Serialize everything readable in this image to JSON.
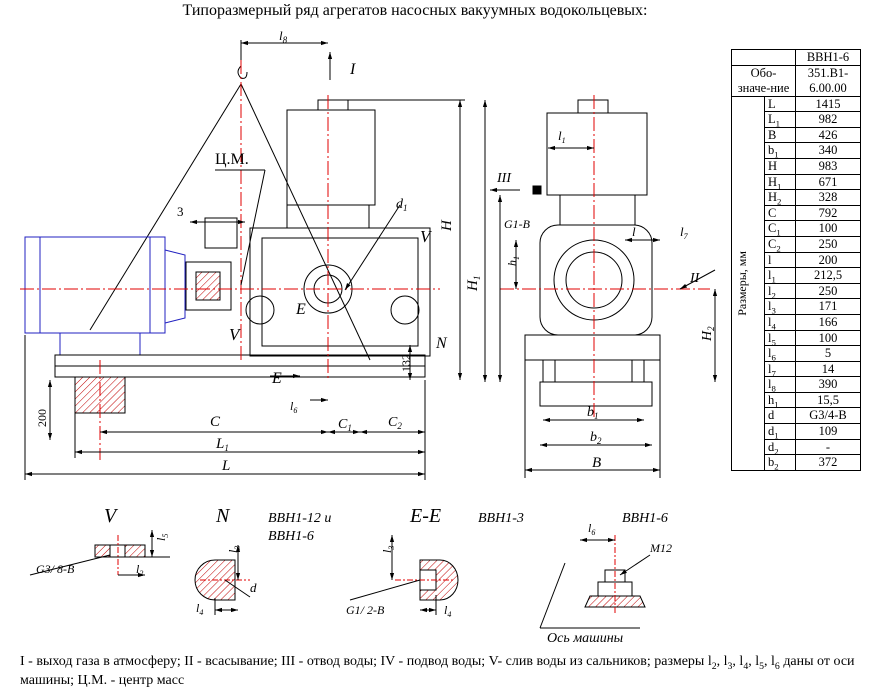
{
  "title": "Типоразмерный ряд агрегатов насосных вакуумных водокольцевых:",
  "views": {
    "main": {
      "top_arrow": "I",
      "l8": {
        "base": "l",
        "sub": "8"
      },
      "cm": "Ц.М.",
      "three": "3",
      "d1": {
        "base": "d",
        "sub": "1"
      },
      "V1": "V",
      "V2": "V",
      "H": "H",
      "E1": "E",
      "E2": "E",
      "N": "N",
      "dim132": "132",
      "dim200": "200",
      "l6": {
        "base": "l",
        "sub": "6"
      },
      "C": "C",
      "C1": {
        "base": "C",
        "sub": "1"
      },
      "C2": {
        "base": "C",
        "sub": "2"
      },
      "L1": {
        "base": "L",
        "sub": "1"
      },
      "L": "L"
    },
    "side": {
      "III": "III",
      "l1": {
        "base": "l",
        "sub": "1"
      },
      "g1b": "G1-B",
      "h1": {
        "base": "h",
        "sub": "1"
      },
      "H": "H",
      "H1": {
        "base": "H",
        "sub": "1"
      },
      "l": "l",
      "l7": {
        "base": "l",
        "sub": "7"
      },
      "II": "II",
      "H2": {
        "base": "H",
        "sub": "2"
      },
      "b1": {
        "base": "b",
        "sub": "1"
      },
      "b2": {
        "base": "b",
        "sub": "2"
      },
      "B": "B"
    },
    "detail_V": {
      "title": "V",
      "l5": {
        "base": "l",
        "sub": "5"
      },
      "l2": {
        "base": "l",
        "sub": "2"
      },
      "thread": "G3/ 8-B"
    },
    "detail_N": {
      "title": "N",
      "models": [
        "ВВН1-12 и",
        "ВВН1-6"
      ],
      "l3": {
        "base": "l",
        "sub": "3"
      },
      "d": "d",
      "l4": {
        "base": "l",
        "sub": "4"
      }
    },
    "detail_EE": {
      "title": "E-E",
      "model": "ВВН1-3",
      "l3": {
        "base": "l",
        "sub": "3"
      },
      "thread": "G1/ 2-B",
      "l4": {
        "base": "l",
        "sub": "4"
      }
    },
    "detail_6": {
      "model": "ВВН1-6",
      "l6": {
        "base": "l",
        "sub": "6"
      },
      "m12": "M12",
      "axis": "Ось машины"
    }
  },
  "table": {
    "model": "ВВН1-6",
    "designation_label": "Обо-значе-ние",
    "designation_value": "351.В1-6.00.00",
    "group_label": "Размеры, мм",
    "rows": [
      {
        "base": "L",
        "sub": "",
        "value": "1415"
      },
      {
        "base": "L",
        "sub": "1",
        "value": "982"
      },
      {
        "base": "B",
        "sub": "",
        "value": "426"
      },
      {
        "base": "b",
        "sub": "1",
        "value": "340"
      },
      {
        "base": "H",
        "sub": "",
        "value": "983"
      },
      {
        "base": "H",
        "sub": "1",
        "value": "671"
      },
      {
        "base": "H",
        "sub": "2",
        "value": "328"
      },
      {
        "base": "C",
        "sub": "",
        "value": "792"
      },
      {
        "base": "C",
        "sub": "1",
        "value": "100"
      },
      {
        "base": "C",
        "sub": "2",
        "value": "250"
      },
      {
        "base": "l",
        "sub": "",
        "value": "200"
      },
      {
        "base": "l",
        "sub": "1",
        "value": "212,5"
      },
      {
        "base": "l",
        "sub": "2",
        "value": "250"
      },
      {
        "base": "l",
        "sub": "3",
        "value": "171"
      },
      {
        "base": "l",
        "sub": "4",
        "value": "166"
      },
      {
        "base": "l",
        "sub": "5",
        "value": "100"
      },
      {
        "base": "l",
        "sub": "6",
        "value": "5"
      },
      {
        "base": "l",
        "sub": "7",
        "value": "14"
      },
      {
        "base": "l",
        "sub": "8",
        "value": "390"
      },
      {
        "base": "h",
        "sub": "1",
        "value": "15,5"
      },
      {
        "base": "d",
        "sub": "",
        "value": "G3/4-B"
      },
      {
        "base": "d",
        "sub": "1",
        "value": "109"
      },
      {
        "base": "d",
        "sub": "2",
        "value": "-"
      },
      {
        "base": "b",
        "sub": "2",
        "value": "372"
      }
    ]
  },
  "caption": {
    "p1": "I -  выход газа в атмосферу; II - всасывание; III - отвод воды; IV - подвод воды; V- слив воды из сальников; размеры ",
    "s1": {
      "base": "l",
      "sub": "2"
    },
    "c1": ", ",
    "s2": {
      "base": "l",
      "sub": "3"
    },
    "c2": ", ",
    "s3": {
      "base": "l",
      "sub": "4"
    },
    "c3": ", ",
    "s4": {
      "base": "l",
      "sub": "5"
    },
    "c4": ", ",
    "s5": {
      "base": "l",
      "sub": "6"
    },
    "p2": " даны от оси машины; Ц.М. - центр масс"
  },
  "colors": {
    "line": "#000000",
    "axis": "#e00000",
    "motor": "#2020c0",
    "hatch": "#c00000"
  }
}
